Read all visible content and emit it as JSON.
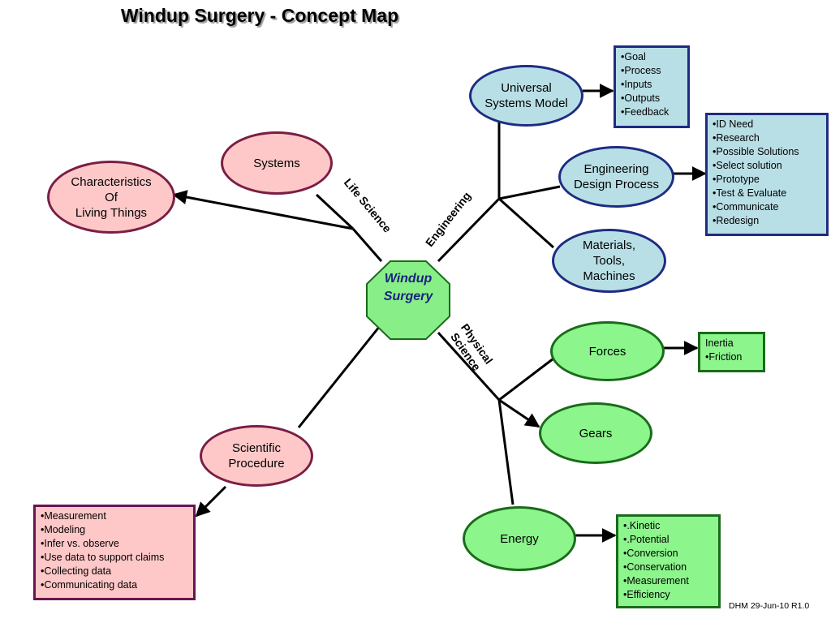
{
  "title": "Windup Surgery - Concept Map",
  "center": {
    "label": "Windup\nSurgery"
  },
  "branches": {
    "life_science": "Life Science",
    "engineering": "Engineering",
    "physical_science": "Physical\nScience"
  },
  "nodes": {
    "systems": "Systems",
    "characteristics": "Characteristics\nOf\nLiving Things",
    "scientific_procedure": "Scientific\nProcedure",
    "universal_systems_model": "Universal\nSystems Model",
    "engineering_design_process": "Engineering\nDesign Process",
    "materials_tools_machines": "Materials,\nTools,\nMachines",
    "forces": "Forces",
    "gears": "Gears",
    "energy": "Energy"
  },
  "lists": {
    "usm": [
      "•Goal",
      "•Process",
      "•Inputs",
      "•Outputs",
      "•Feedback"
    ],
    "edp": [
      "•ID Need",
      "•Research",
      "•Possible Solutions",
      "•Select solution",
      "•Prototype",
      "•Test & Evaluate",
      "•Communicate",
      "•Redesign"
    ],
    "forces": [
      "Inertia",
      "•Friction"
    ],
    "energy": [
      "•.Kinetic",
      "•.Potential",
      "•Conversion",
      "•Conservation",
      "•Measurement",
      "•Efficiency"
    ],
    "scientific_procedure": [
      "•Measurement",
      "•Modeling",
      "•Infer vs. observe",
      "•Use data to support claims",
      "•Collecting data",
      "•Communicating data"
    ]
  },
  "footer": "DHM  29-Jun-10 R1.0",
  "colors": {
    "pink_fill": "#ffc8c8",
    "blue_fill": "#b9dfe6",
    "green_fill": "#8cf58c",
    "center_fill": "#88ee88",
    "center_text": "#1a237e"
  }
}
